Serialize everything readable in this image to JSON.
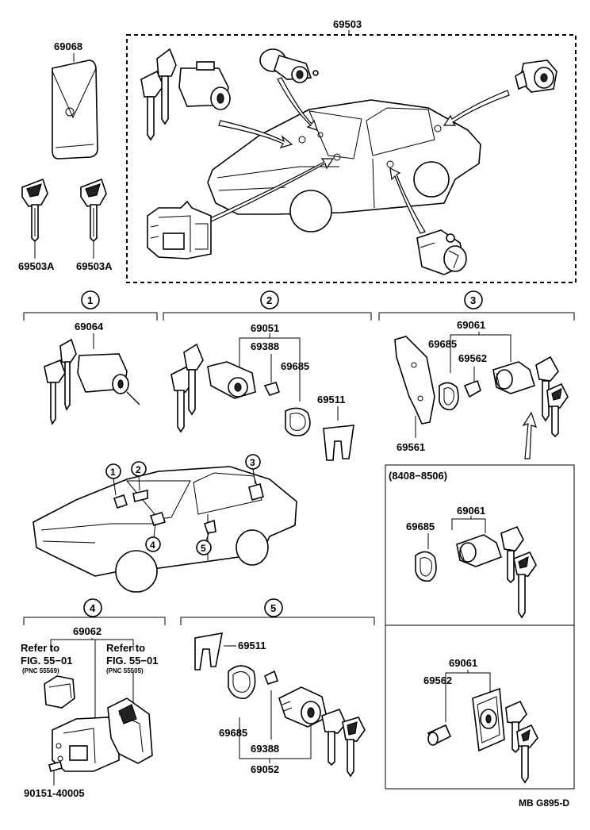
{
  "labels": {
    "set_main": "69503",
    "wallet": "69068",
    "key_a_left": "69503A",
    "key_a_right": "69503A",
    "s1_part": "69064",
    "s2_cyl": "69051",
    "s2_spring": "69388",
    "s2_gasket": "69685",
    "s2_clip": "69511",
    "s3_cyl": "69061",
    "s3_gasket": "69685",
    "s3_screw": "69562",
    "s3_plate": "69561",
    "range_label": "(8408−8506)",
    "r1_cyl": "69061",
    "r1_gasket": "69685",
    "r2_cyl": "69061",
    "r2_screw": "69562",
    "s4_part": "69062",
    "s4_ref1_a": "Refer to",
    "s4_ref1_b": "FIG. 55−01",
    "s4_ref1_c": "(PNC 55569)",
    "s4_ref2_a": "Refer to",
    "s4_ref2_b": "FIG. 55−01",
    "s4_ref2_c": "(PNC 55505)",
    "s4_bolt": "90151-40005",
    "s5_clip": "69511",
    "s5_gasket": "69685",
    "s5_spring": "69388",
    "s5_cyl": "69052",
    "footer": "MB G895-D"
  },
  "sections": {
    "s1": "1",
    "s2": "2",
    "s3": "3",
    "s4": "4",
    "s5": "5"
  },
  "car_callouts": {
    "c1": "1",
    "c2": "2",
    "c3": "3",
    "c4": "4",
    "c5": "5"
  }
}
